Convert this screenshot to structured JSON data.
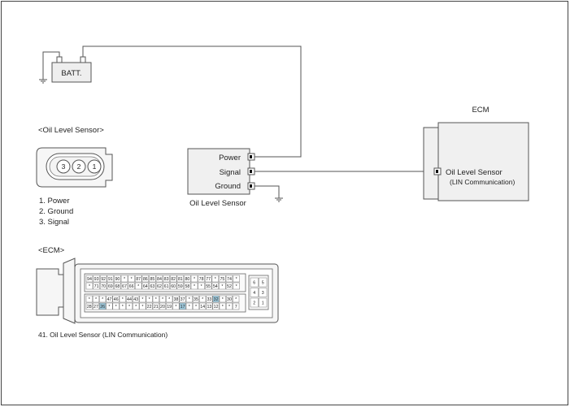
{
  "battery": {
    "label": "BATT."
  },
  "sensor_block": {
    "title": "Oil Level Sensor",
    "terminals": [
      "Power",
      "Signal",
      "Ground"
    ]
  },
  "ecm_block": {
    "title": "ECM",
    "pin_label": "Oil Level Sensor",
    "pin_sublabel": "(LIN Communication)"
  },
  "connector_sensor": {
    "title": "<Oil Level Sensor>",
    "pins": [
      "3",
      "2",
      "1"
    ],
    "legend": [
      "1. Power",
      "2. Ground",
      "3. Signal"
    ]
  },
  "connector_ecm": {
    "title": "<ECM>",
    "row1": [
      "94",
      "93",
      "92",
      "91",
      "90",
      "*",
      "*",
      "87",
      "86",
      "85",
      "84",
      "83",
      "82",
      "81",
      "80",
      "*",
      "78",
      "77",
      "*",
      "75",
      "74",
      "*"
    ],
    "row2": [
      "*",
      "71",
      "70",
      "69",
      "68",
      "67",
      "66",
      "*",
      "64",
      "63",
      "62",
      "61",
      "60",
      "59",
      "58",
      "*",
      "*",
      "55",
      "54",
      "*",
      "52",
      "*"
    ],
    "row3": [
      "*",
      "*",
      "*",
      "47",
      "46",
      "*",
      "44",
      "43",
      "*",
      "*",
      "*",
      "*",
      "*",
      "38",
      "37",
      "*",
      "35",
      "*",
      "33",
      "32",
      "*",
      "30",
      "*"
    ],
    "row4": [
      "28",
      "27",
      "26",
      "*",
      "*",
      "*",
      "*",
      "*",
      "*",
      "22",
      "21",
      "20",
      "19",
      "*",
      "17",
      "*",
      "*",
      "14",
      "13",
      "12",
      "*",
      "*",
      "7"
    ],
    "side": [
      "6",
      "5",
      "4",
      "3",
      "2",
      "1"
    ],
    "highlight": [
      "26",
      "17",
      "32"
    ],
    "caption": "41. Oil Level Sensor (LIN Communication)"
  },
  "colors": {
    "line": "#555555",
    "highlight": "#9ec9dc",
    "box_fill": "#f0f0f0"
  }
}
